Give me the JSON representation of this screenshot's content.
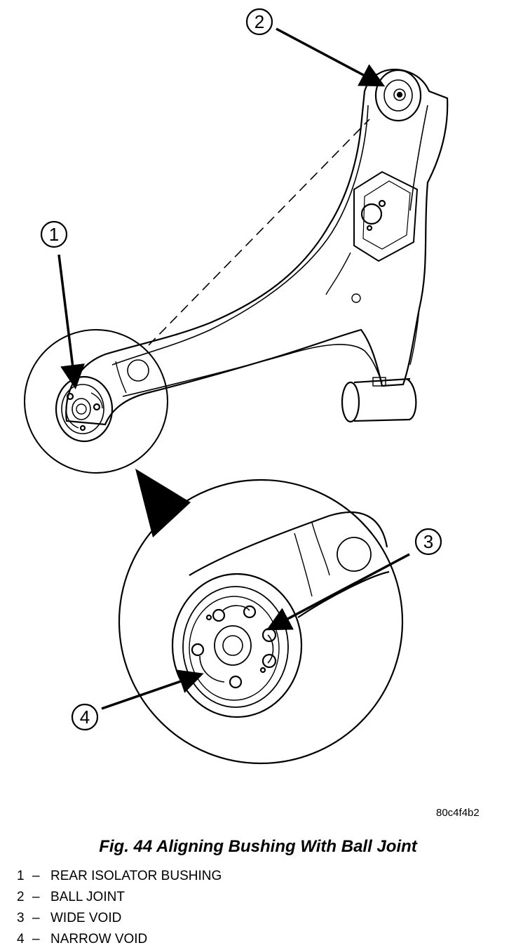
{
  "figure": {
    "callouts": [
      "1",
      "2",
      "3",
      "4"
    ]
  },
  "code": "80c4f4b2",
  "caption": "Fig. 44 Aligning Bushing With Ball Joint",
  "legend": [
    {
      "num": "1",
      "dash": "–",
      "label": "REAR ISOLATOR BUSHING"
    },
    {
      "num": "2",
      "dash": "–",
      "label": "BALL JOINT"
    },
    {
      "num": "3",
      "dash": "–",
      "label": "WIDE VOID"
    },
    {
      "num": "4",
      "dash": "–",
      "label": "NARROW VOID"
    }
  ]
}
